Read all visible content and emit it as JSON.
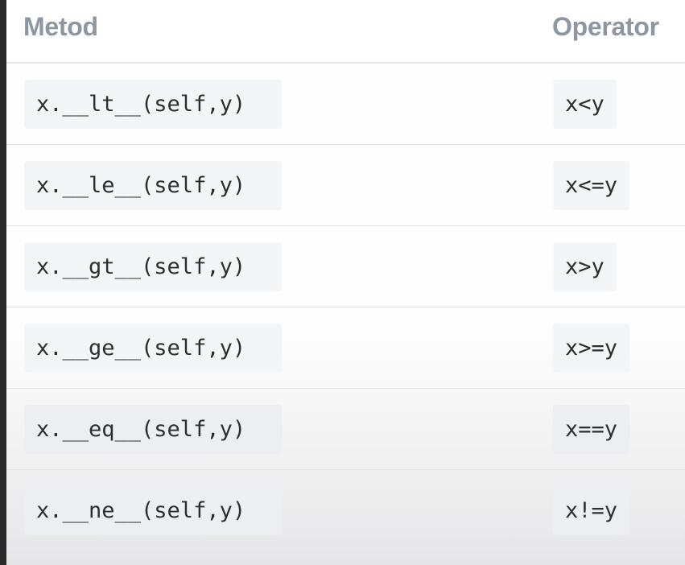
{
  "table": {
    "headers": {
      "method": "Metod",
      "operator": "Operator"
    },
    "rows": [
      {
        "method": "x.__lt__(self,y)",
        "operator": "x<y"
      },
      {
        "method": "x.__le__(self,y)",
        "operator": "x<=y"
      },
      {
        "method": "x.__gt__(self,y)",
        "operator": "x>y"
      },
      {
        "method": "x.__ge__(self,y)",
        "operator": "x>=y"
      },
      {
        "method": "x.__eq__(self,y)",
        "operator": "x==y"
      },
      {
        "method": "x.__ne__(self,y)",
        "operator": "x!=y"
      }
    ]
  }
}
